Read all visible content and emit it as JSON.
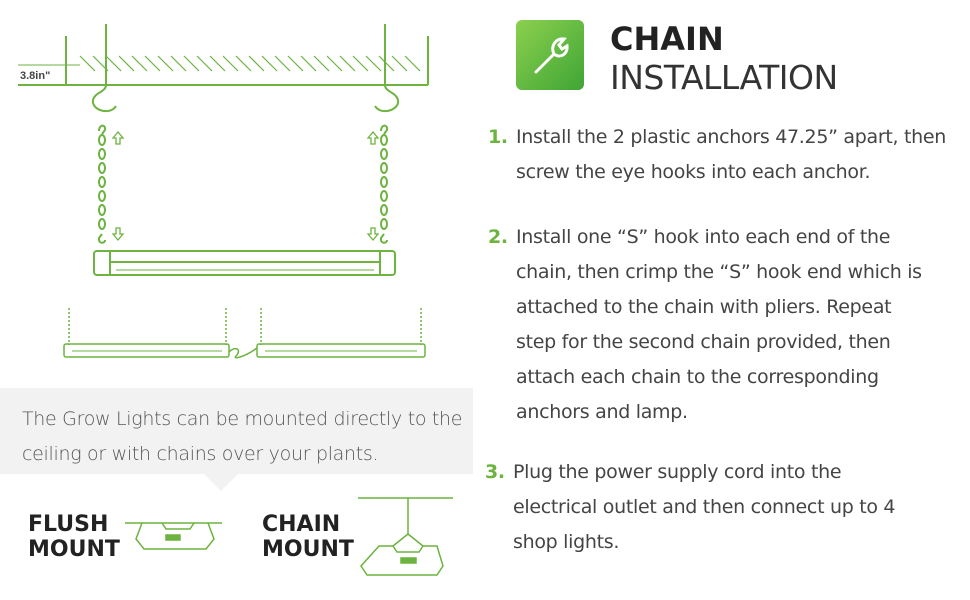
{
  "diagram": {
    "ceiling_dimension": "3.8in\""
  },
  "callout": {
    "text": "The Grow Lights can be mounted directly to the ceiling or with chains over your plants."
  },
  "mounts": {
    "flush": {
      "line1": "FLUSH",
      "line2": "MOUNT"
    },
    "chain": {
      "line1": "CHAIN",
      "line2": "MOUNT"
    }
  },
  "header": {
    "icon": "wrench-icon",
    "title_bold": "CHAIN",
    "title_light": "INSTALLATION"
  },
  "steps": [
    {
      "num": "1.",
      "text": "Install the 2 plastic anchors 47.25” apart, then screw the eye hooks into each anchor."
    },
    {
      "num": "2.",
      "text": "Install one “S” hook into each end of the chain, then crimp the “S” hook end which is attached to the chain with pliers. Repeat step for the second chain provided, then attach each chain to the corresponding anchors and lamp."
    },
    {
      "num": "3.",
      "text": "Plug the power supply cord into the electrical outlet and then connect up to 4 shop lights."
    }
  ],
  "colors": {
    "accent": "#6cb33f",
    "text": "#444444",
    "callout_bg": "#f2f2f2"
  }
}
